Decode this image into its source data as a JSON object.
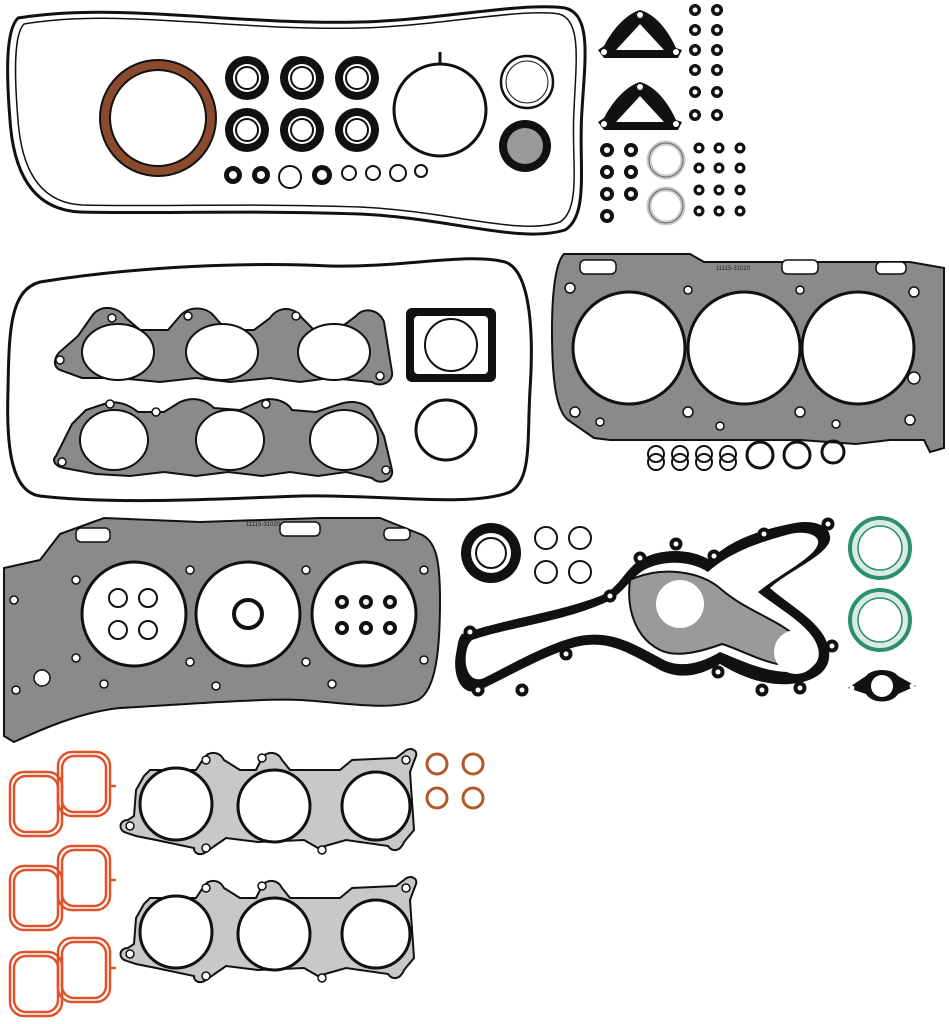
{
  "product": {
    "head_gasket_marks": [
      "11115-31020",
      "11115-31020"
    ]
  },
  "colors": {
    "background": "#ffffff",
    "outline": "#111111",
    "steel": "#8a8a8a",
    "steel_light": "#c8c8c8",
    "rubber_brown": "#8a4a2e",
    "rubber_red": "#e0522a",
    "green_seal": "#2e8f6d",
    "copper": "#b05a2a",
    "gray_fill": "#9a9a9a"
  },
  "parts": [
    {
      "name": "valve-cover-gasket-right",
      "type": "outline-loop"
    },
    {
      "name": "rear-main-seal",
      "type": "ring",
      "color": "rubber_brown"
    },
    {
      "name": "camshaft-seals",
      "type": "ring-group",
      "count": 6
    },
    {
      "name": "timing-cover-gasket",
      "type": "outline-loop"
    },
    {
      "name": "intake-plenum-gaskets",
      "type": "steel-plate",
      "count": 2
    },
    {
      "name": "cylinder-head-gasket-right",
      "type": "mls",
      "bores": 3
    },
    {
      "name": "cylinder-head-gasket-left",
      "type": "mls",
      "bores": 3
    },
    {
      "name": "water-pump-gasket",
      "type": "gasket"
    },
    {
      "name": "exhaust-manifold-gaskets",
      "type": "steel-plate",
      "count": 2
    },
    {
      "name": "intake-port-gaskets",
      "type": "rubber",
      "color": "rubber_red",
      "count": 6
    },
    {
      "name": "green-o-rings",
      "type": "ring",
      "count": 2
    }
  ]
}
